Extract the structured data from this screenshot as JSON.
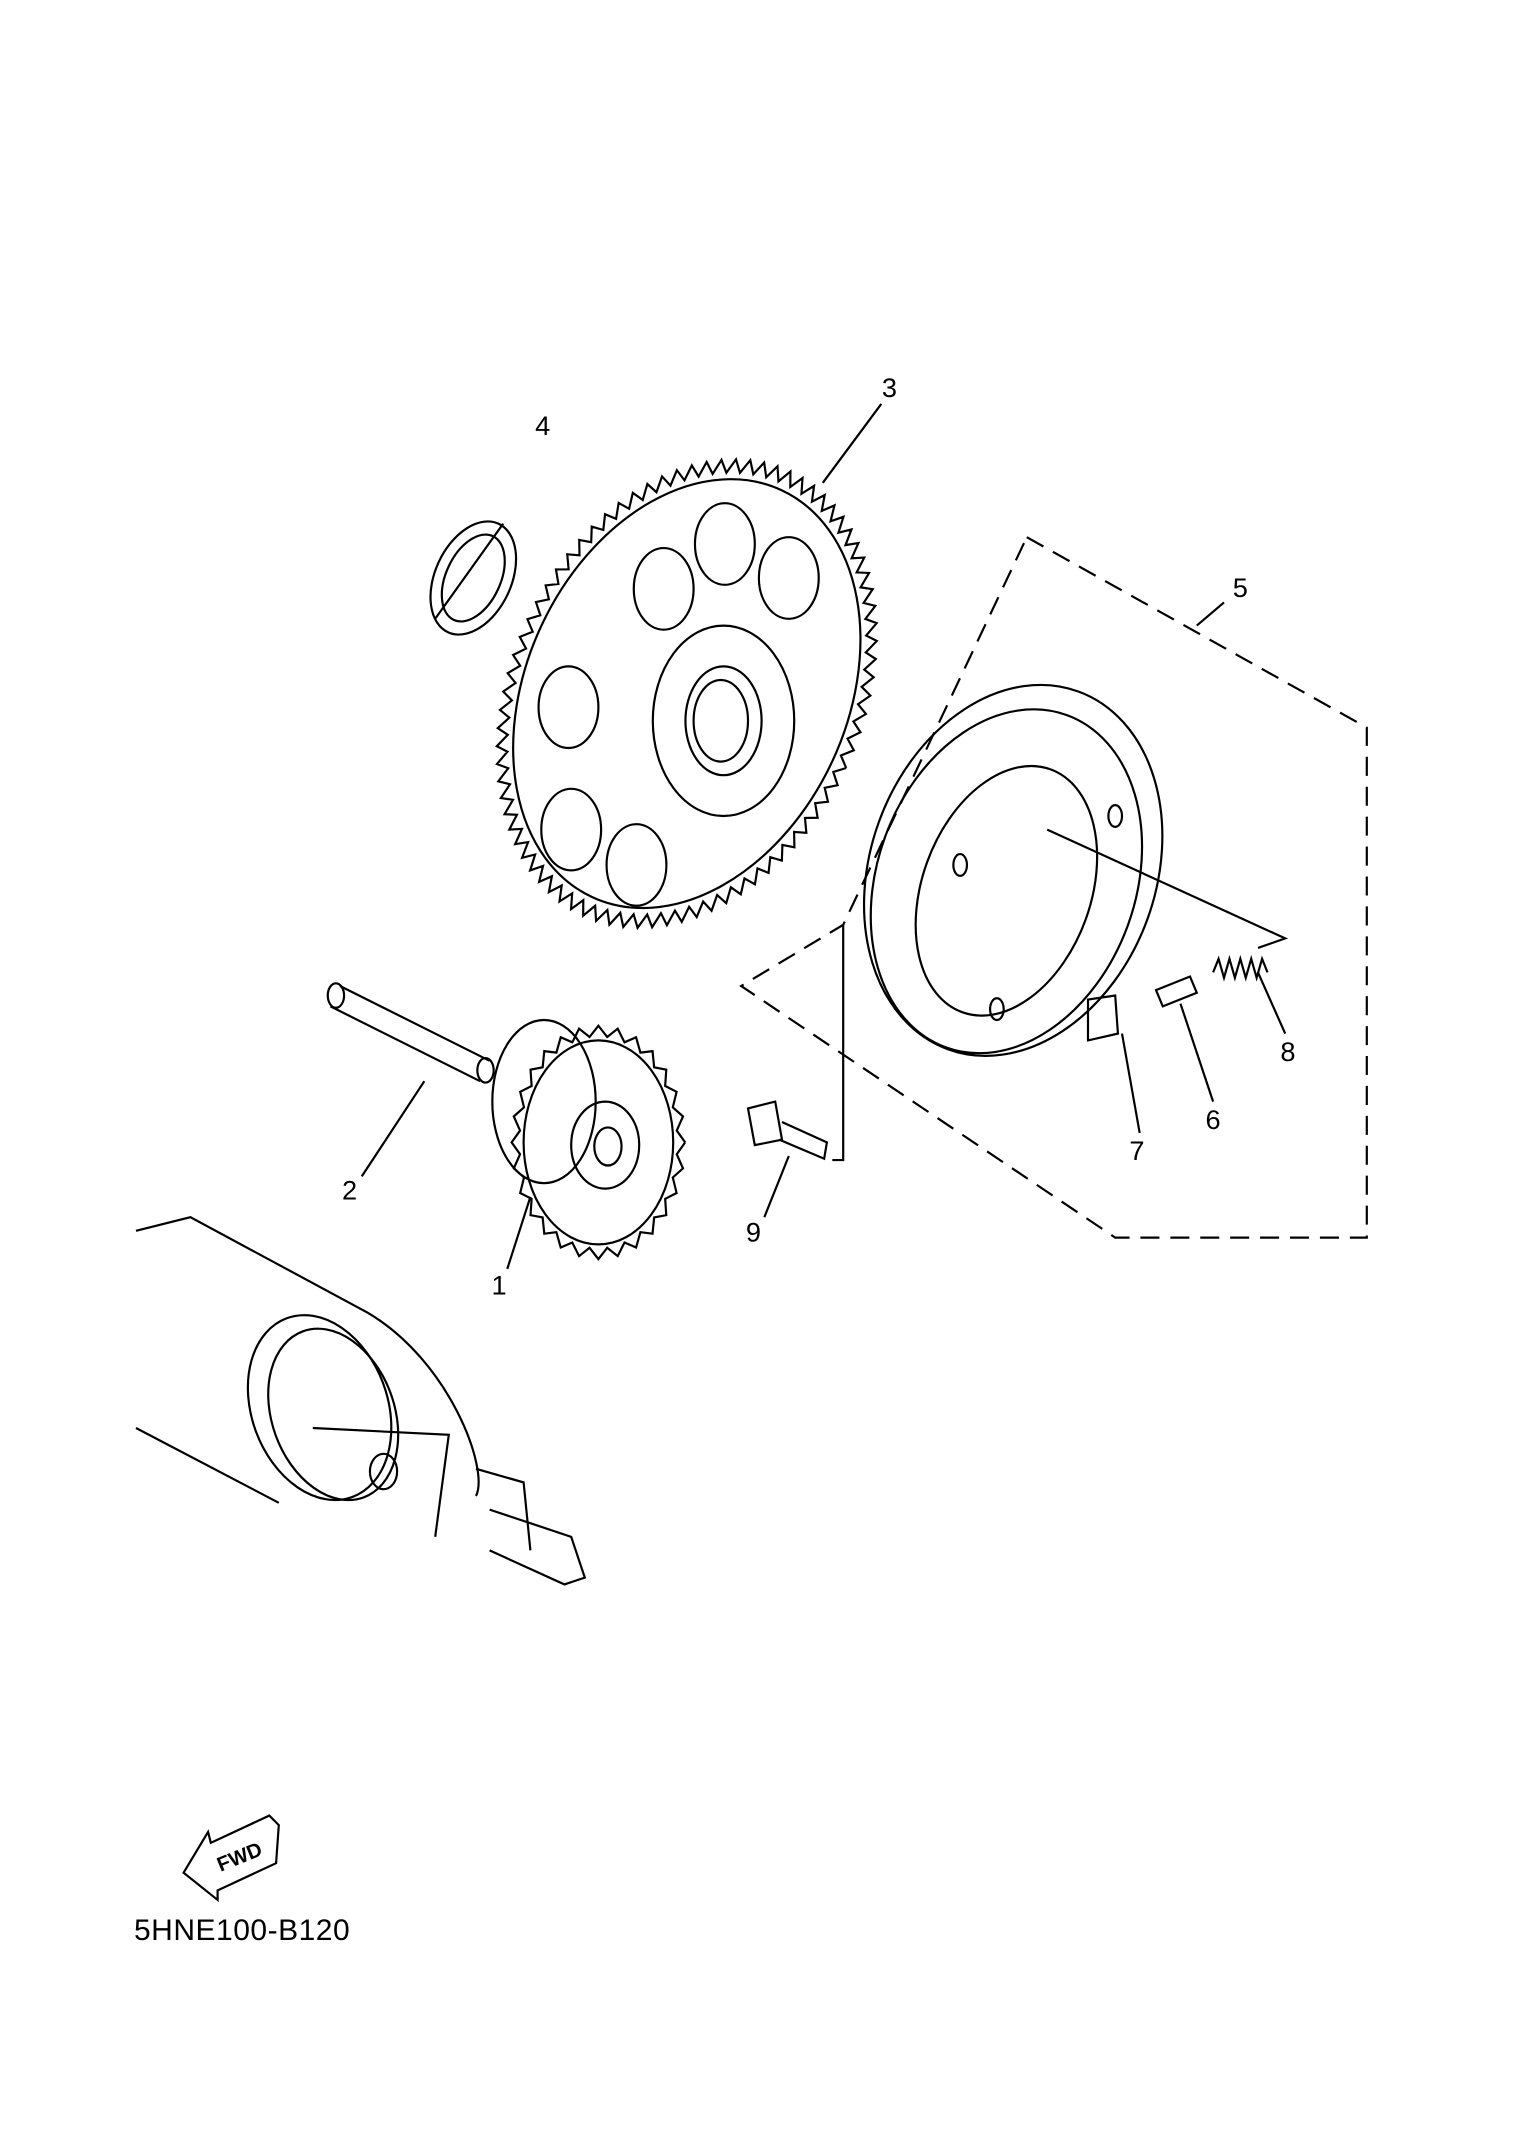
{
  "diagram": {
    "part_labels": [
      "1",
      "2",
      "3",
      "4",
      "5",
      "6",
      "7",
      "8",
      "9"
    ],
    "fwd_label": "FWD",
    "diagram_code": "5HNE100-B120"
  }
}
